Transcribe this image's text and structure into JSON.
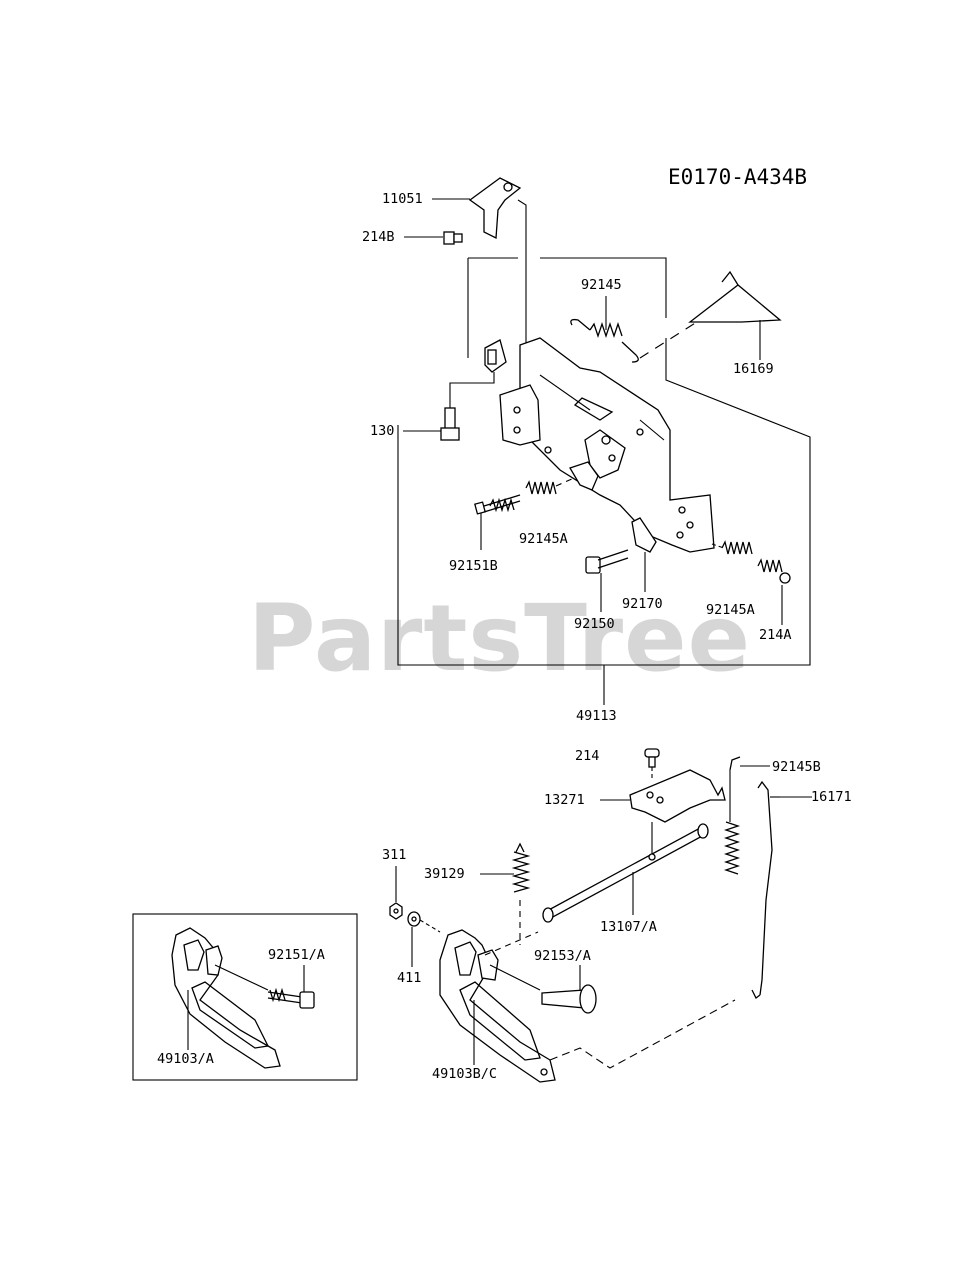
{
  "watermark": "PartsTree",
  "diagram_id": "E0170-A434B",
  "callouts": {
    "p11051": "11051",
    "p214B": "214B",
    "p92145_top": "92145",
    "p16169": "16169",
    "p130": "130",
    "p92151B": "92151B",
    "p92145A_left": "92145A",
    "p92170": "92170",
    "p92150": "92150",
    "p92145A_right": "92145A",
    "p214A": "214A",
    "p49113": "49113",
    "p214": "214",
    "p92145B": "92145B",
    "p16171": "16171",
    "p13271": "13271",
    "p311": "311",
    "p39129": "39129",
    "p13107A": "13107/A",
    "p92151A": "92151/A",
    "p92153A": "92153/A",
    "p411": "411",
    "p49103A": "49103/A",
    "p49103BC": "49103B/C"
  }
}
